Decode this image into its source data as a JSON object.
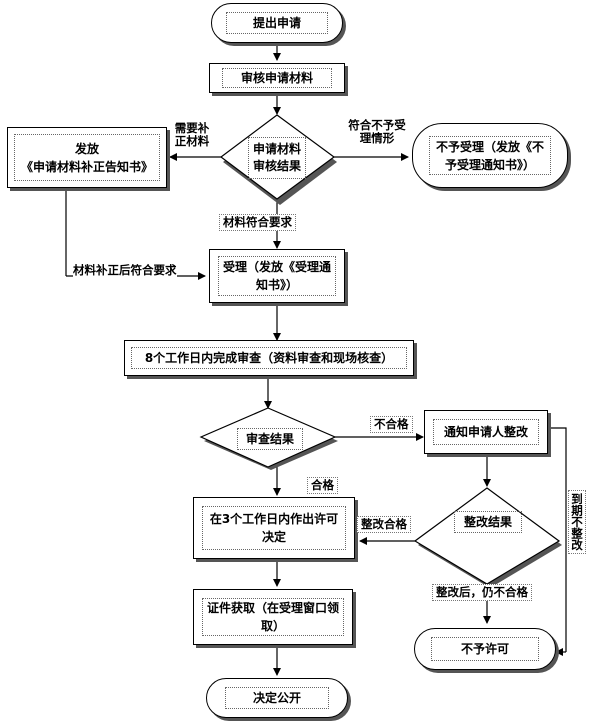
{
  "nodes": {
    "submit_application": "提出申请",
    "review_materials": "审核申请材料",
    "review_result": "申请材料审核结果",
    "issue_supplement_notice_line1": "发放",
    "issue_supplement_notice_line2": "《申请材料补正告知书》",
    "reject_notice": "不予受理（发放《不予受理通知书》）",
    "accept_notice": "受理（发放《受理通知书》）",
    "review_8_days": "8个工作日内完成审查（资料审查和现场核查）",
    "inspection_result": "审查结果",
    "notify_rectify": "通知申请人整改",
    "rectify_result": "整改结果",
    "decision_3_days": "在3个工作日内作出许可决定",
    "license_pickup": "证件获取（在受理窗口领取）",
    "deny_license": "不予许可",
    "decision_public": "决定公开"
  },
  "labels": {
    "need_supplement": "需要补正材料",
    "not_meet_conditions": "符合不予受理情形",
    "materials_ok": "材料符合要求",
    "supplemented_ok": "材料补正后符合要求",
    "failed": "不合格",
    "passed": "合格",
    "rectify_passed": "整改合格",
    "rectify_still_failed": "整改后，仍不合格",
    "overdue_not_rectified": "到期不整改"
  },
  "colors": {
    "line": "#000000",
    "shadow": "#555555",
    "background": "#ffffff"
  }
}
